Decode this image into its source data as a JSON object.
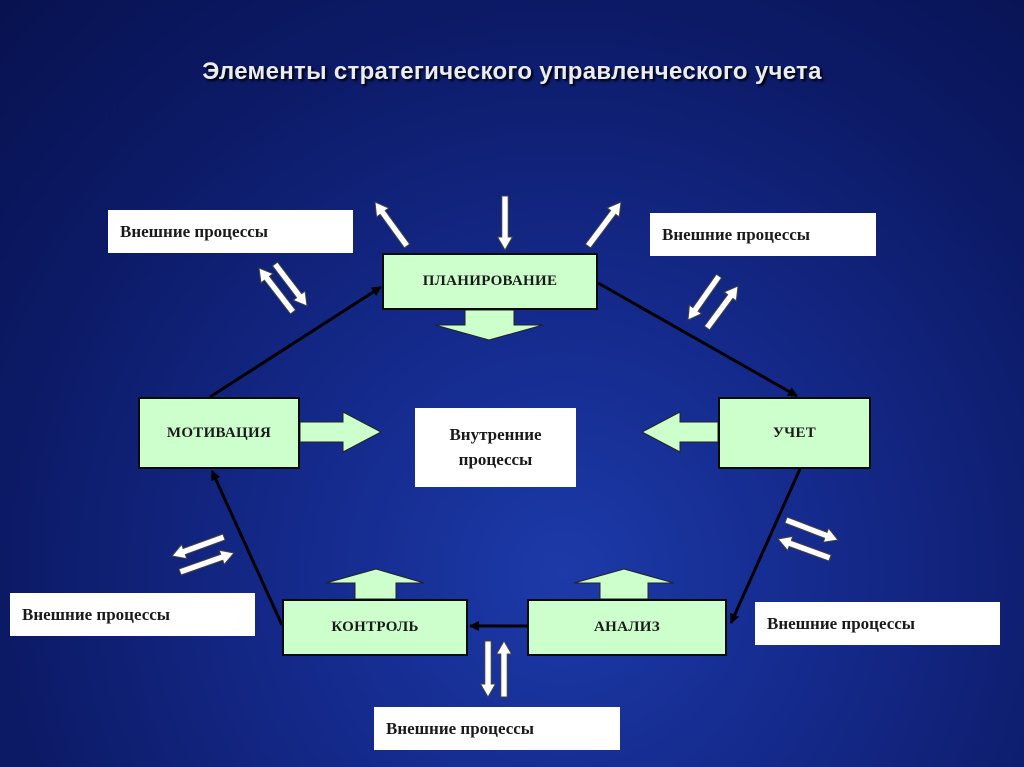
{
  "slide": {
    "title": "Элементы стратегического управленческого учета"
  },
  "nodes": {
    "planning": "ПЛАНИРОВАНИЕ",
    "accounting": "УЧЕТ",
    "analysis": "АНАЛИЗ",
    "control": "КОНТРОЛЬ",
    "motivation": "МОТИВАЦИЯ",
    "internal_line1": "Внутренние",
    "internal_line2": "процессы"
  },
  "external": {
    "top_left": "Внешние процессы",
    "top_right": "Внешние процессы",
    "mid_left": "Внешние процессы",
    "mid_right": "Внешние процессы",
    "bottom": "Внешние процессы"
  },
  "colors": {
    "background": "#14298a",
    "node_fill": "#ccffcc",
    "label_fill": "#ffffff"
  }
}
